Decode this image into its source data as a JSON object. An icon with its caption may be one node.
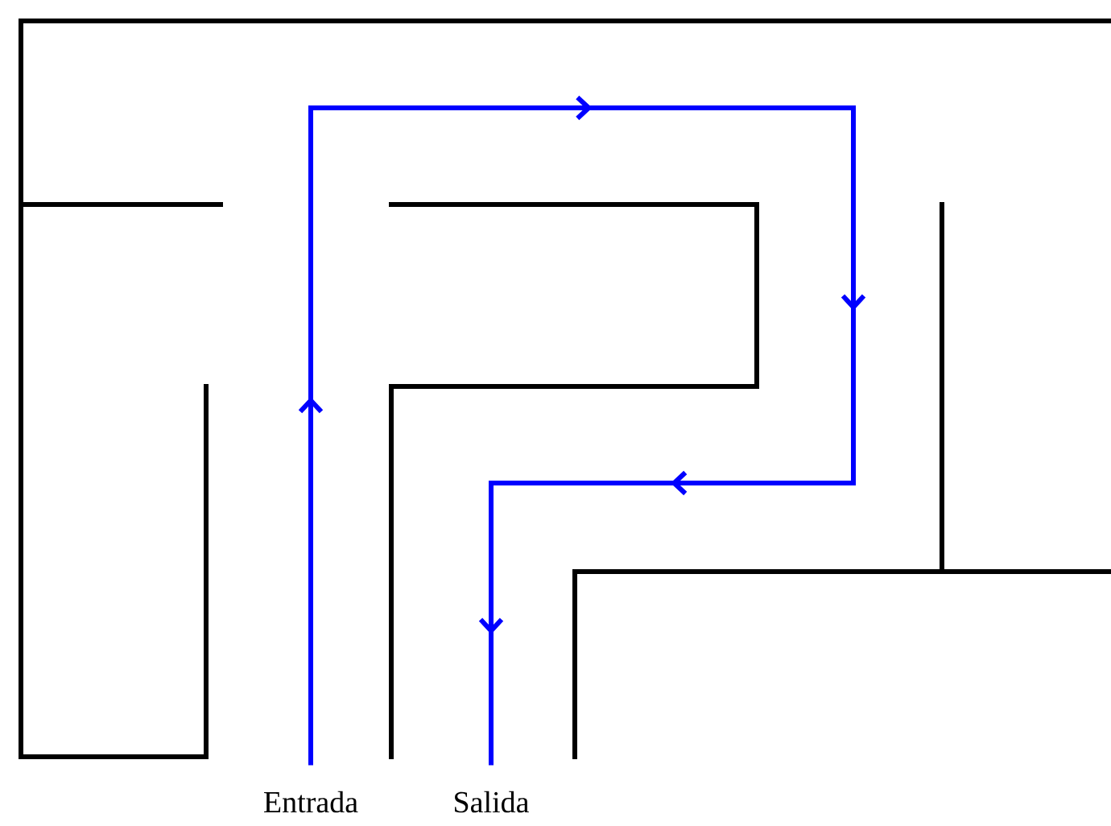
{
  "diagram": {
    "nodes": [
      {
        "text": [
          "Entrada"
        ]
      },
      {
        "text": [
          "Salida"
        ]
      }
    ],
    "edges": [
      {
        "from": 0,
        "to": 1,
        "arrow": "to"
      }
    ]
  }
}
